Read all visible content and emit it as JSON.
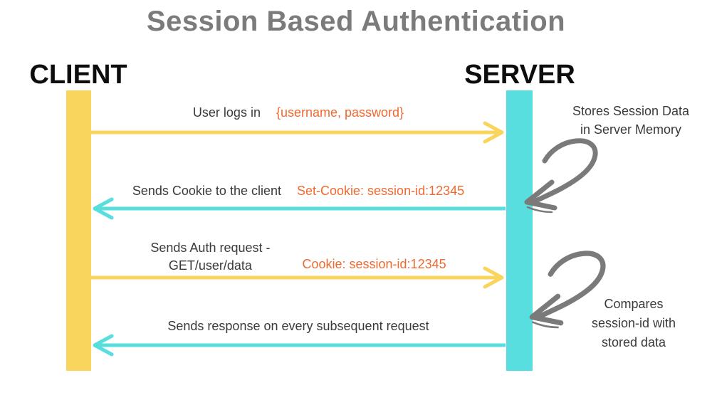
{
  "title": "Session Based Authentication",
  "actors": {
    "client": {
      "label": "CLIENT"
    },
    "server": {
      "label": "SERVER"
    }
  },
  "messages": [
    {
      "label": "User logs in",
      "code": "{username, password}",
      "direction": "right",
      "from": "client",
      "to": "server"
    },
    {
      "label": "Sends Cookie to the client",
      "code": "Set-Cookie: session-id:12345",
      "direction": "left",
      "from": "server",
      "to": "client"
    },
    {
      "label_line1": "Sends Auth request -",
      "label_line2": "GET/user/data",
      "code": "Cookie: session-id:12345",
      "direction": "right",
      "from": "client",
      "to": "server"
    },
    {
      "label": "Sends response on every subsequent request",
      "code": "",
      "direction": "left",
      "from": "server",
      "to": "client"
    }
  ],
  "annotations": [
    {
      "line1": "Stores Session Data",
      "line2": "in Server Memory"
    },
    {
      "line1": "Compares",
      "line2": "session-id with",
      "line3": "stored data"
    }
  ],
  "colors": {
    "client_bar": "#FAD55E",
    "server_bar": "#58DEDE",
    "accent_orange": "#EE6A31",
    "title_gray": "#7B7B7B",
    "text_dark": "#3A3A3A",
    "actor_black": "#0D0D0D",
    "note_arrow_gray": "#7A7A7A"
  }
}
